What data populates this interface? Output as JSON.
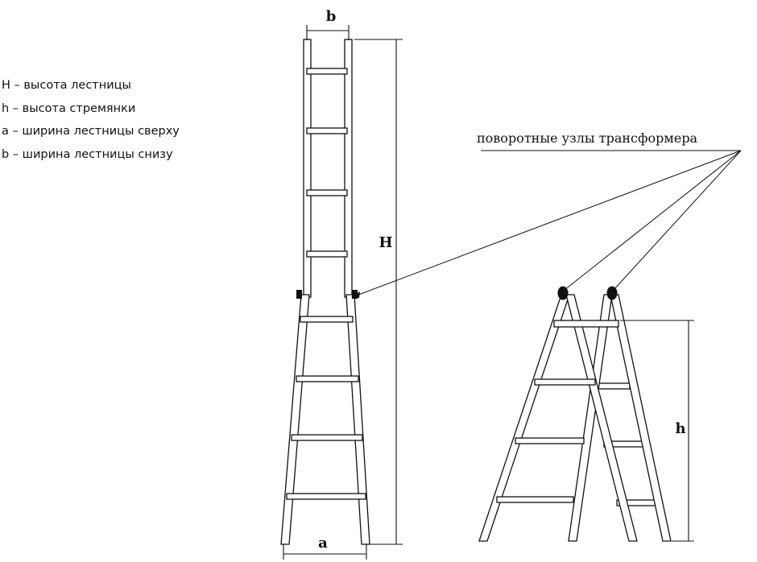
{
  "legend": [
    "H – высота лестницы",
    "h – высота стремянки",
    "a – ширина лестницы сверху",
    "b – ширина лестницы снизу"
  ],
  "labels": {
    "b": "b",
    "a": "a",
    "H": "H",
    "h": "h",
    "callout": "поворотные узлы трансформера"
  },
  "colors": {
    "ink": "#111111",
    "paper": "#ffffff"
  }
}
